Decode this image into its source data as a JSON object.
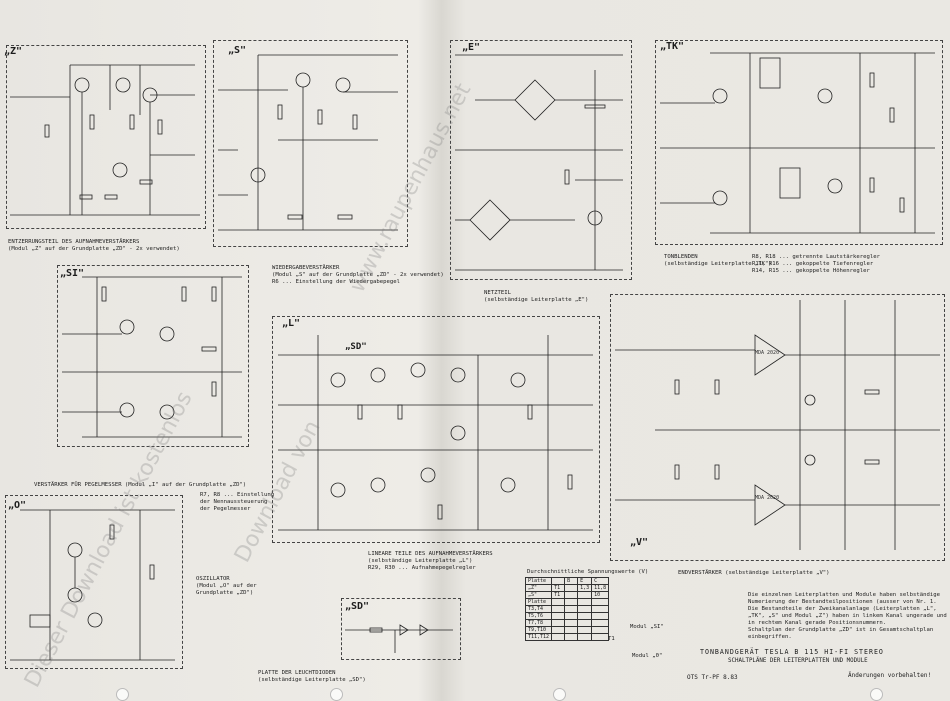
{
  "modules": {
    "Z": {
      "tag": "„Z\"",
      "caption": "ENTZERRUNGSTEIL DES AUFNAHMEVERSTÄRKERS\n(Modul „Z\" auf der Grundplatte „ZD\" - 2x verwendet)"
    },
    "S": {
      "tag": "„S\"",
      "caption": "WIEDERGABEVERSTÄRKER\n(Modul „S\" auf der Grundplatte „ZD\" - 2x verwendet)\nR6 ... Einstellung der Wiedergabepegel"
    },
    "E": {
      "tag": "„E\"",
      "caption": "NETZTEIL\n(selbständige Leiterplatte „E\")"
    },
    "TK": {
      "tag": "„TK\"",
      "caption": "TONBLENDEN\n(selbständige Leiterplatte „TK\")",
      "notes": "R8, R18 ... getrennte Lautstärkeregler\nR11, R16 ... gekoppelte Tiefenregler\nR14, R15 ... gekoppelte Höhenregler"
    },
    "SI": {
      "tag": "„SI\"",
      "caption": "VERSTÄRKER FÜR PEGELMESSER (Modul „I\" auf der Grundplatte „ZD\")",
      "notes": "R7, R8 ... Einstellung\nder Nennaussteuerung\nder Pegelmesser"
    },
    "L": {
      "tag": "„L\"",
      "caption": "LINEARE TEILE DES AUFNAHMEVERSTÄRKERS\n(selbständige Leiterplatte „L\")\nR29, R30 ... Aufnahmepegelregler"
    },
    "V": {
      "tag": "„V\"",
      "caption": "ENDVERSTÄRKER (selbständige Leiterplatte „V\")"
    },
    "O": {
      "tag": "„O\"",
      "caption": "OSZILLATOR\n(Modul „O\" auf der\nGrundplatte „ZD\")"
    },
    "SD": {
      "tag": "„SD\"",
      "caption": "PLATTE DER LEUCHTDIODEN\n(selbständige Leiterplatte „SD\")"
    }
  },
  "table": {
    "title": "Durchschnittliche Spannungswerte (V)",
    "col_headers": [
      "Platte",
      "B",
      "E",
      "C"
    ],
    "rows": [
      [
        "„Z\"",
        "T1",
        "",
        "1,3",
        "11,8"
      ],
      [
        "„S\"",
        "T1",
        "",
        "",
        "10"
      ],
      [
        "Platte",
        "",
        "",
        "",
        ""
      ],
      [
        "T3,T4",
        "",
        "",
        "",
        ""
      ],
      [
        "T5,T6",
        "",
        "",
        "",
        ""
      ],
      [
        "T7,T8",
        "",
        "",
        "",
        ""
      ],
      [
        "T9,T10",
        "",
        "",
        "",
        ""
      ],
      [
        "T11,T12",
        "",
        "",
        "",
        ""
      ]
    ],
    "modul_si": "Modul „SI\"",
    "modul_0": "Modul „0\"",
    "note": "T1"
  },
  "notes": {
    "right": "Die einzelnen Leiterplatten und Module haben selbständige\nNumerierung der Bestandteilpositionen (ausser von Nr. 1.\nDie Bestandteile der Zweikanalanlage (Leiterplatten „L\",\n„TK\", „S\" und Modul „Z\") haben in linkem Kanal ungerade und\nin rechtem Kanal gerade Positionsnummern.\nSchaltplan der Grundplatte „ZD\" ist in Gesamtschaltplan\neinbegriffen."
  },
  "title_block": {
    "line1": "TONBANDGERÄT TESLA B 115 HI-FI STEREO",
    "line2": "SCHALTPLÄNE DER LEITERPLATTEN UND MODULE",
    "doc_no": "OTS Tr-PF 8.83",
    "remark": "Änderungen vorbehalten!"
  },
  "watermarks": [
    "www.raupenhaus.net",
    "Dieser Download ist kostenlos",
    "Download von"
  ]
}
